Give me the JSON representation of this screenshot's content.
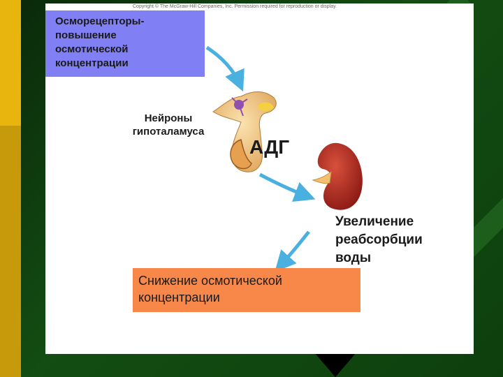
{
  "copyright": "Copyright © The McGraw-Hill Companies, Inc. Permission required for reproduction or display.",
  "osmoreceptors_label": "Осморецепторы-\nповышение\nосмотической\nконцентрации",
  "neurons_label": "Нейроны\nгипоталамуса",
  "adg_label": "АДГ",
  "reabsorption_label": "Увеличение\nреабсорбции\nводы",
  "decrease_label": "Снижение осмотической\nконцентрации",
  "colors": {
    "blue_box": "#8080f4",
    "orange_box": "#f7884a",
    "arrow": "#4ab0e0",
    "kidney": "#b0281e",
    "gland": "#f2c98a",
    "slide_background": "#0c3a0c",
    "gold_band": "#e8b40e"
  },
  "icons": [
    "hypothalamus-pituitary-illustration",
    "neuron-icon",
    "kidney-illustration",
    "curved-arrow-icon"
  ]
}
